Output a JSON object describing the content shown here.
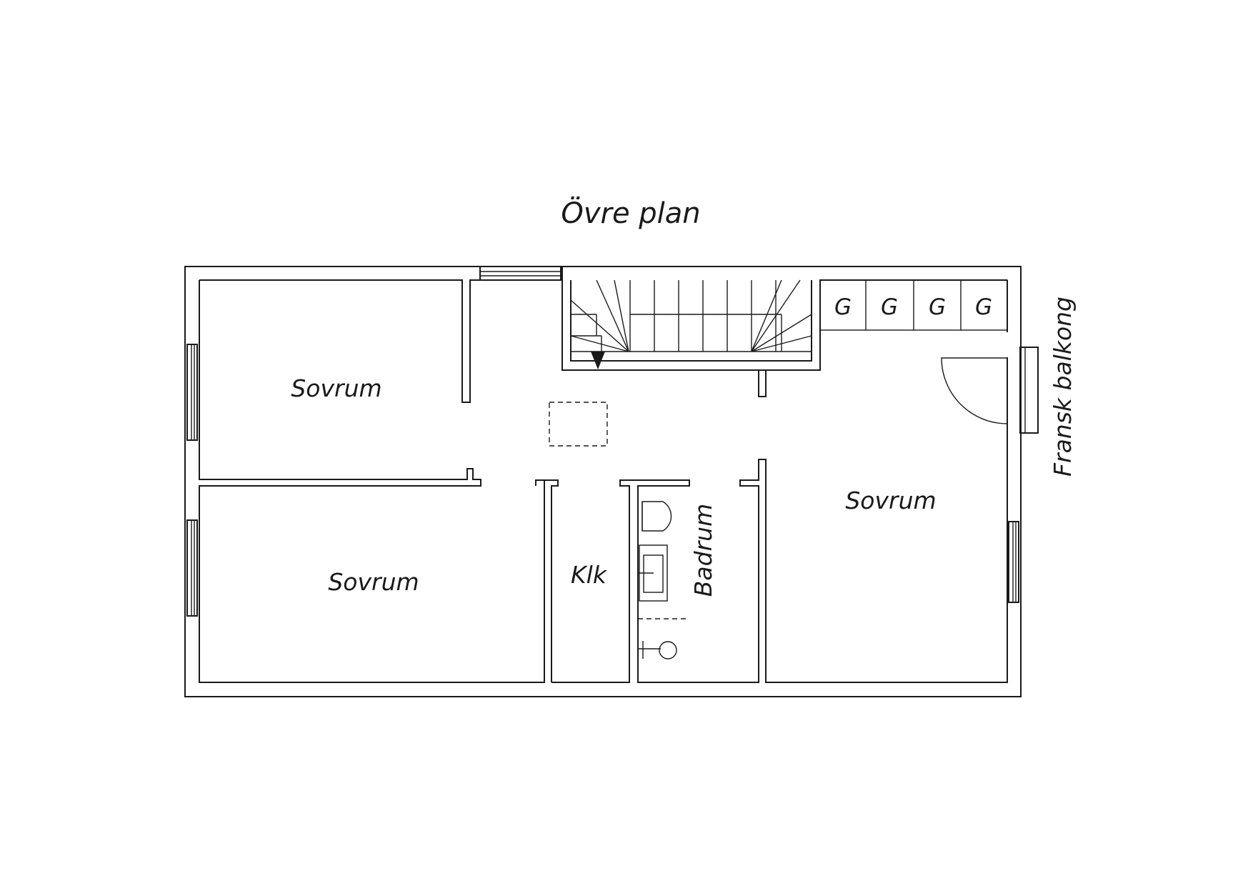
{
  "title": "Övre plan",
  "rooms": {
    "bedroom_top_left": "Sovrum",
    "bedroom_bottom_left": "Sovrum",
    "bedroom_right": "Sovrum",
    "closet": "Klk",
    "bathroom": "Badrum"
  },
  "wardrobes": [
    "G",
    "G",
    "G",
    "G"
  ],
  "balcony": "Fransk balkong"
}
